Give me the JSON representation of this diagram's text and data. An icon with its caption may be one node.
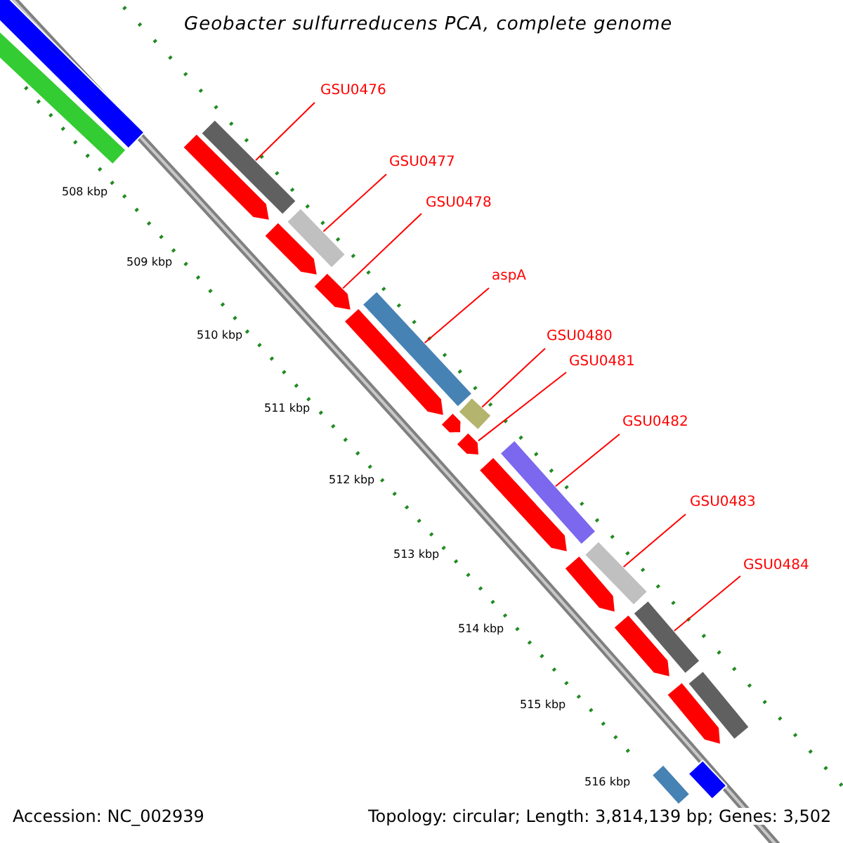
{
  "diagram": {
    "title": "Geobacter sulfurreducens PCA, complete genome",
    "nodes": [
      {
        "text": [
          "GSU0476"
        ]
      },
      {
        "text": [
          "GSU0477"
        ]
      },
      {
        "text": [
          "GSU0478"
        ]
      },
      {
        "text": [
          "aspA"
        ]
      },
      {
        "text": [
          "GSU0480"
        ]
      },
      {
        "text": [
          "GSU0481"
        ]
      },
      {
        "text": [
          "GSU0482"
        ]
      },
      {
        "text": [
          "GSU0483"
        ]
      },
      {
        "text": [
          "GSU0484"
        ]
      },
      {
        "text": [],
        "shape": "bar"
      },
      {
        "text": [],
        "shape": "bar"
      },
      {
        "text": [],
        "shape": "bar"
      },
      {
        "text": [],
        "shape": "pentagon"
      },
      {
        "text": [],
        "shape": "bar"
      },
      {
        "text": [],
        "shape": "pentagon"
      },
      {
        "text": [],
        "shape": "pentagon"
      },
      {
        "text": [],
        "shape": "bar"
      },
      {
        "text": [],
        "shape": "pentagon"
      },
      {
        "text": [],
        "shape": "bar"
      },
      {
        "text": [],
        "shape": "pentagon"
      },
      {
        "text": [],
        "shape": "pentagon"
      },
      {
        "text": [],
        "shape": "bar"
      },
      {
        "text": [],
        "shape": "pentagon"
      },
      {
        "text": [],
        "shape": "bar"
      },
      {
        "text": [],
        "shape": "pentagon"
      },
      {
        "text": [],
        "shape": "bar"
      },
      {
        "text": [],
        "shape": "pentagon"
      },
      {
        "text": [],
        "shape": "bar"
      },
      {
        "text": [],
        "shape": "pentagon"
      },
      {
        "text": [],
        "shape": "bar"
      },
      {
        "text": [],
        "shape": "bar"
      }
    ],
    "edges": [
      {
        "from": 0,
        "to": 11,
        "arrow": "none"
      },
      {
        "from": 1,
        "to": 13,
        "arrow": "none"
      },
      {
        "from": 2,
        "to": 15,
        "arrow": "none"
      },
      {
        "from": 3,
        "to": 16,
        "arrow": "none"
      },
      {
        "from": 4,
        "to": 18,
        "arrow": "none"
      },
      {
        "from": 5,
        "to": 20,
        "arrow": "none"
      },
      {
        "from": 6,
        "to": 21,
        "arrow": "none"
      },
      {
        "from": 7,
        "to": 23,
        "arrow": "none"
      },
      {
        "from": 8,
        "to": 25,
        "arrow": "none"
      }
    ],
    "labels": [
      "508 kbp",
      "509 kbp",
      "510 kbp",
      "511 kbp",
      "512 kbp",
      "513 kbp",
      "514 kbp",
      "515 kbp",
      "516 kbp",
      "Accession: NC_002939",
      "Topology: circular; Length: 3,814,139 bp; Genes: 3,502"
    ]
  }
}
